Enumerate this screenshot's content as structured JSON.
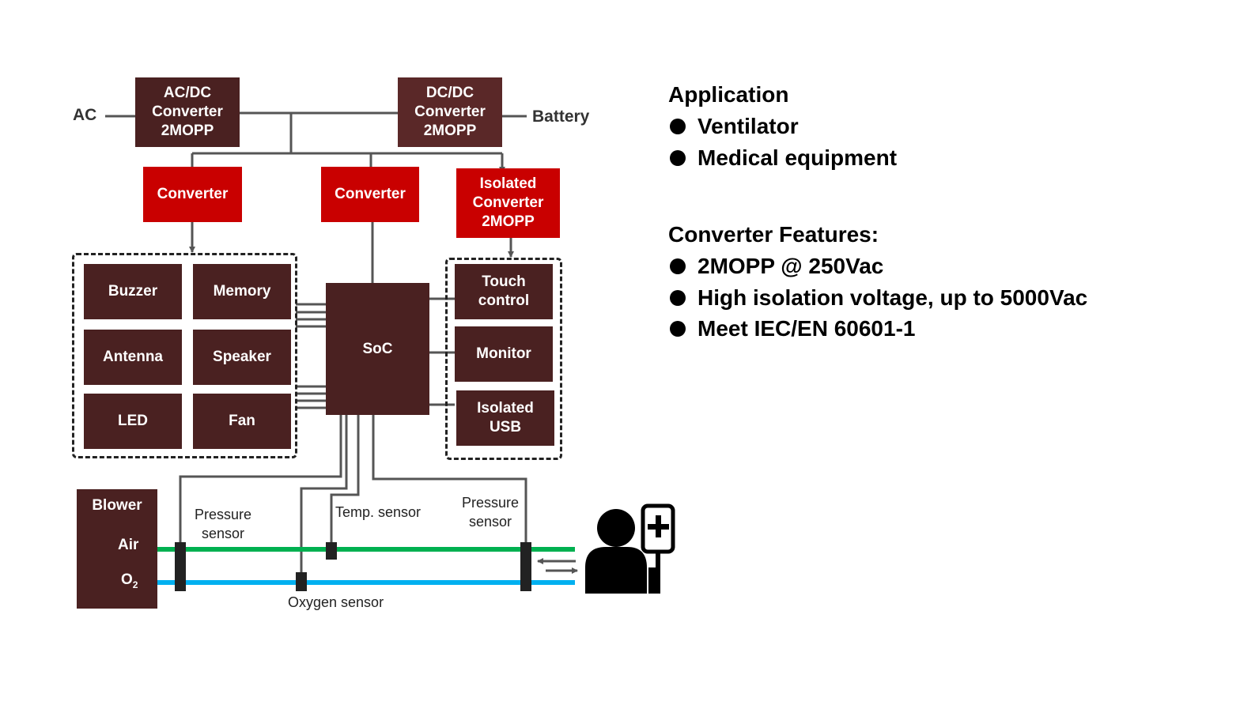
{
  "inputs": {
    "ac": "AC",
    "battery": "Battery"
  },
  "power_blocks": {
    "acdc": "AC/DC\nConverter\n2MOPP",
    "dcdc": "DC/DC\nConverter\n2MOPP",
    "converter_left": "Converter",
    "converter_mid": "Converter",
    "isolated_converter": "Isolated\nConverter\n2MOPP"
  },
  "peripherals_left": [
    "Buzzer",
    "Memory",
    "Antenna",
    "Speaker",
    "LED",
    "Fan"
  ],
  "soc": "SoC",
  "peripherals_right": [
    "Touch\ncontrol",
    "Monitor",
    "Isolated\nUSB"
  ],
  "blower": {
    "title": "Blower",
    "air": "Air",
    "o2": "O",
    "o2_sub": "2"
  },
  "sensors": {
    "pressure_left": "Pressure\nsensor",
    "temp": "Temp. sensor",
    "pressure_right": "Pressure\nsensor",
    "oxygen": "Oxygen sensor"
  },
  "colors": {
    "dark_block": "#4a2121",
    "red_block": "#c90000",
    "air_line": "#00b050",
    "o2_line": "#00b0f0",
    "wire": "#555555"
  },
  "icons": {
    "patient": "patient-with-iv-icon"
  },
  "right_panel": {
    "application_title": "Application",
    "application_items": [
      "Ventilator",
      "Medical equipment"
    ],
    "features_title": "Converter Features:",
    "feature_items": [
      "2MOPP @ 250Vac",
      "High isolation voltage, up to 5000Vac",
      "Meet IEC/EN 60601-1"
    ]
  }
}
